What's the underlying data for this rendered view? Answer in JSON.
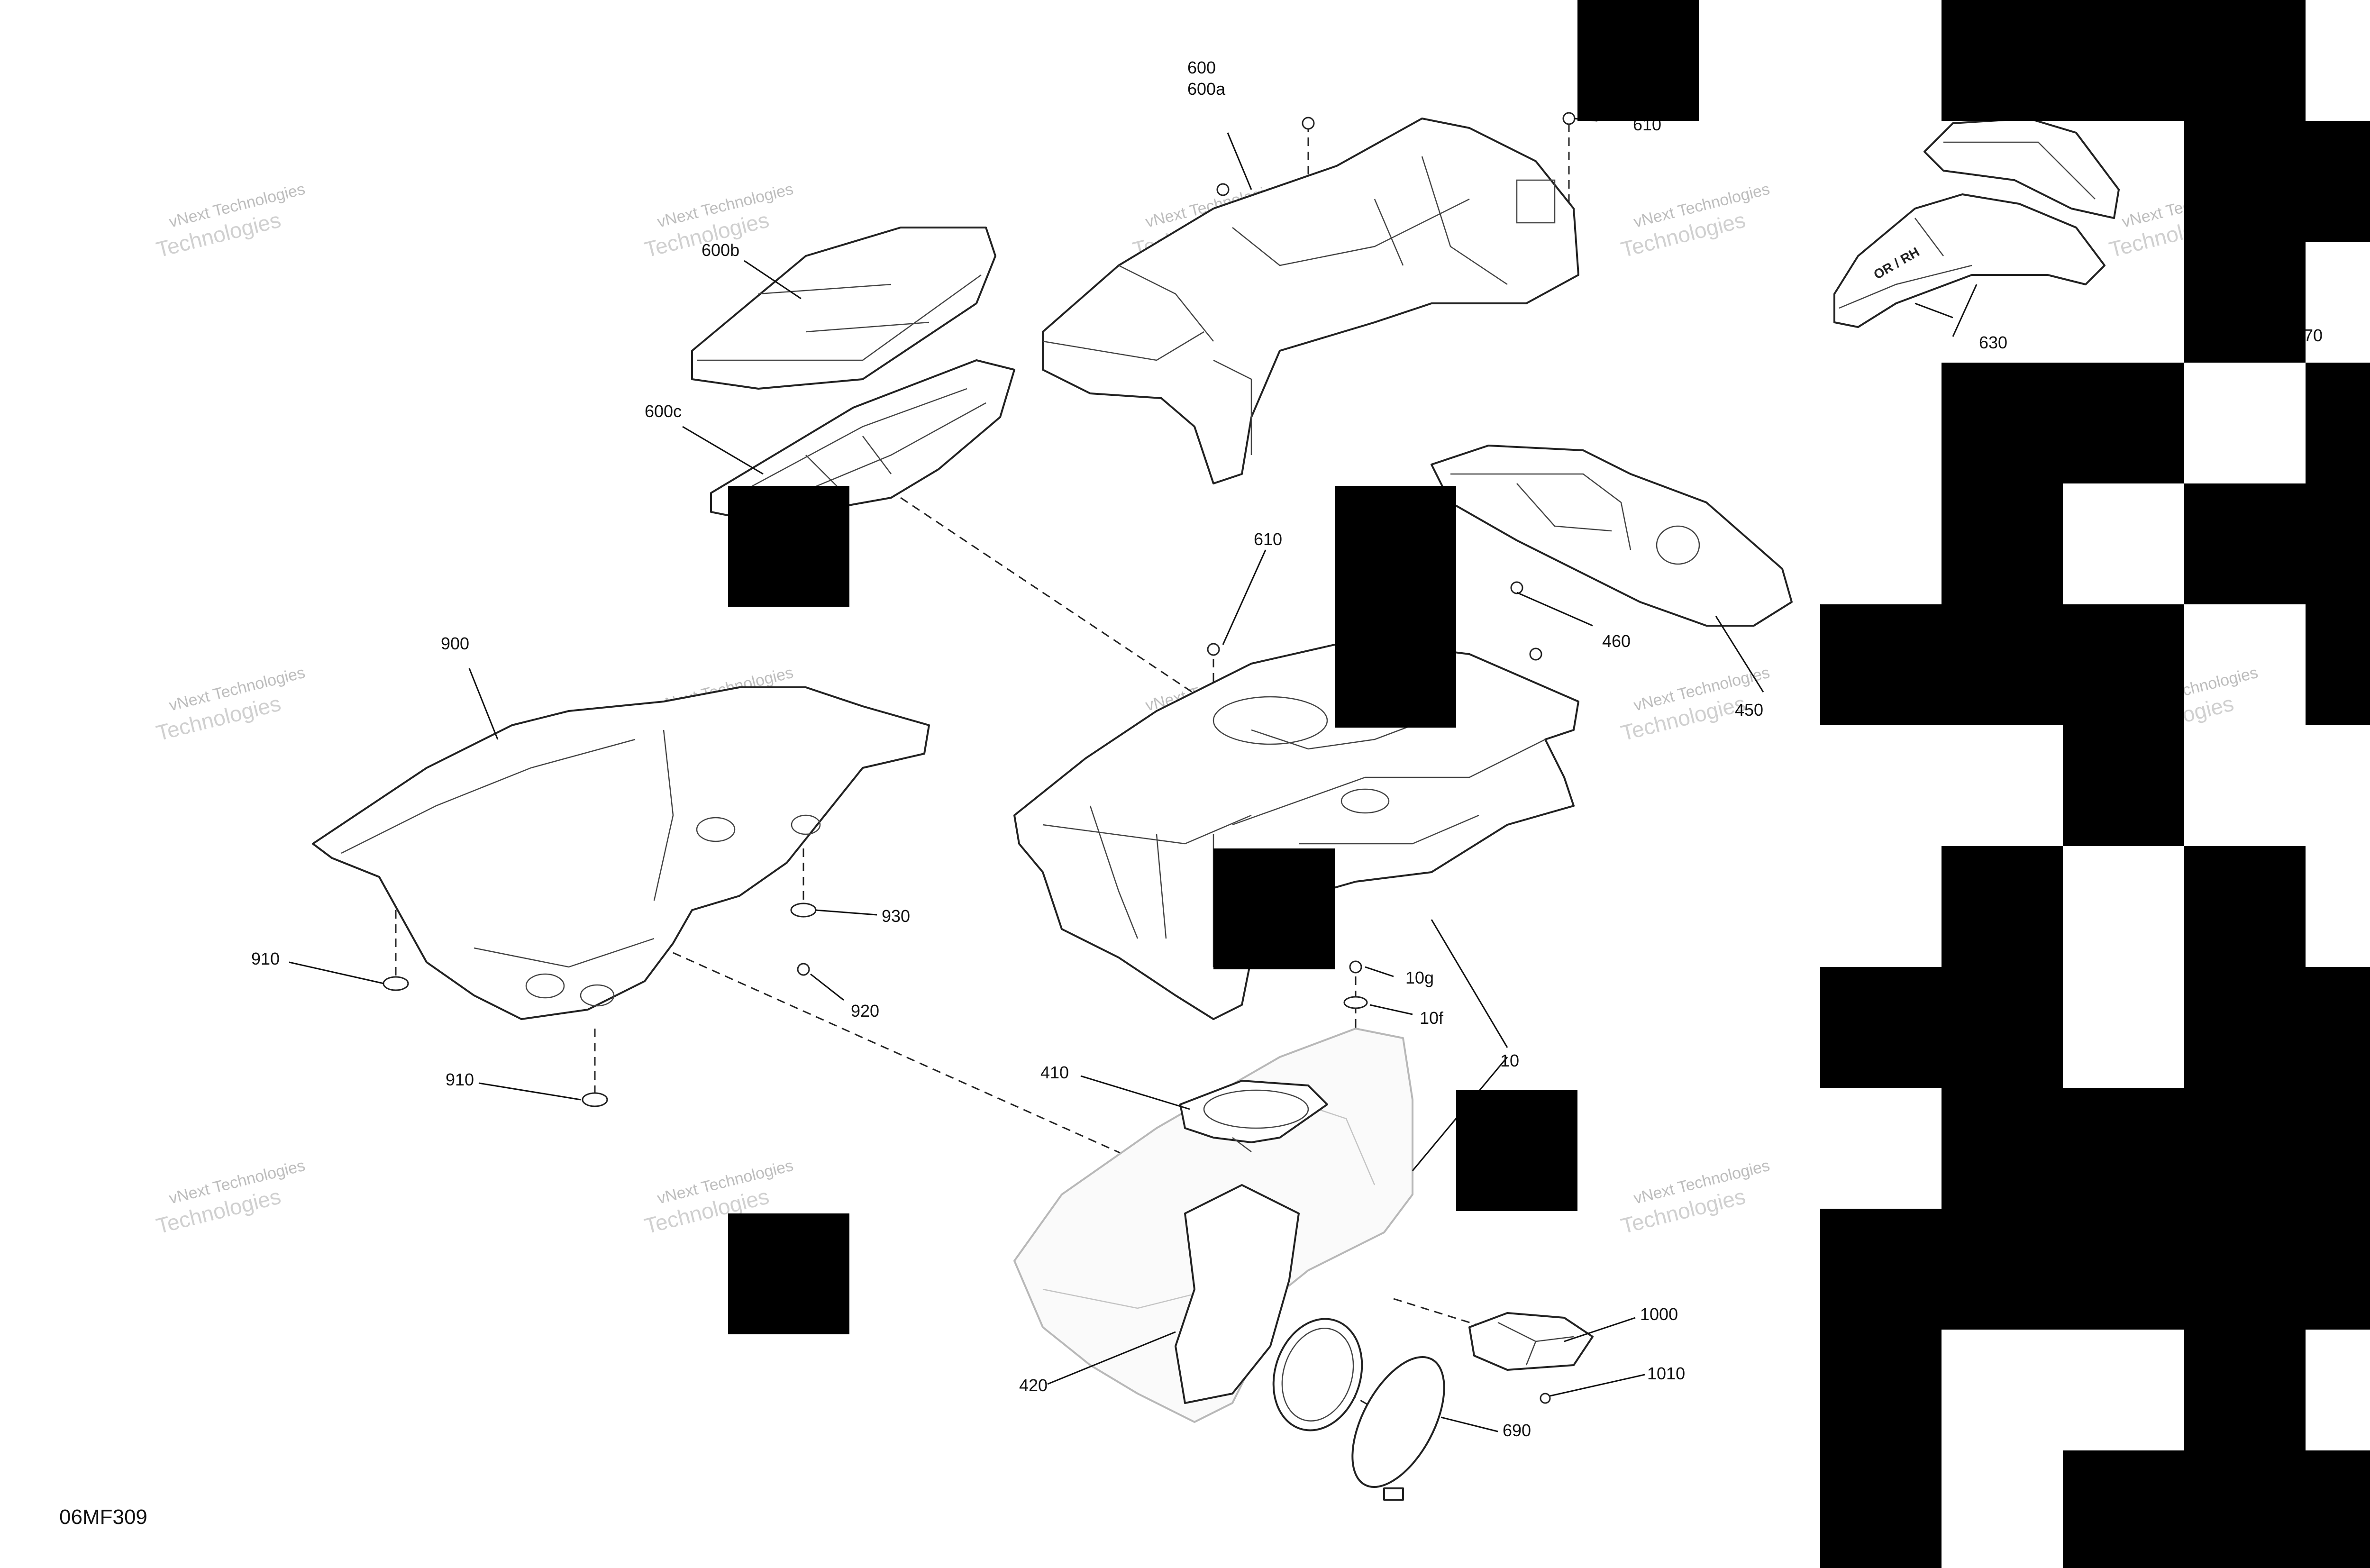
{
  "drawing_id": "06MF309",
  "watermark": {
    "line1": "vNext Technologies",
    "line2": "Technologies"
  },
  "callouts": [
    "600",
    "600a",
    "610",
    "600b",
    "600c",
    "630",
    "70",
    "610",
    "460",
    "450",
    "900",
    "930",
    "910",
    "920",
    "910",
    "10g",
    "10f",
    "10",
    "410",
    "420",
    "1000",
    "1010",
    "690"
  ],
  "parts": [
    "seat-cushion",
    "seat-base-frame",
    "fuel-tank-top-housing",
    "side-duct",
    "side-duct-upper",
    "side-panel-rh",
    "central-console",
    "lower-cover",
    "air-box",
    "air-inlet-funnel",
    "air-tube",
    "duct-cap",
    "clamp-ring",
    "fastener"
  ],
  "label_OR_RH": "OR / RH",
  "colors": {
    "ink": "#111111",
    "redaction": "#000000",
    "ghost": "#b8b8b8",
    "watermark": "#bdbdbd"
  }
}
